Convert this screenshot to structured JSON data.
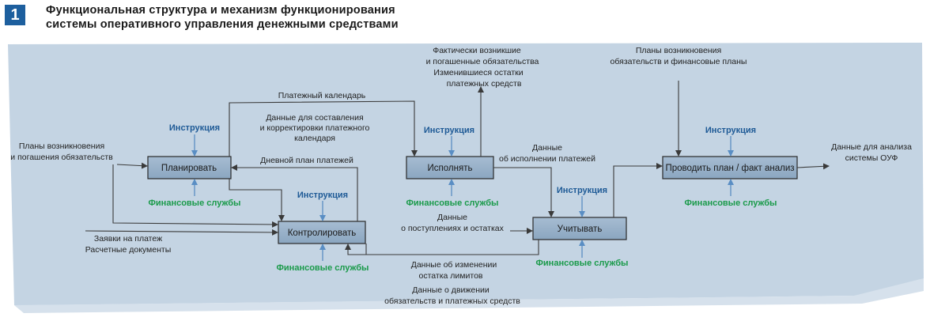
{
  "figure": {
    "number": "1",
    "title_line1": "Функциональная структура и механизм функционирования",
    "title_line2": "системы оперативного управления денежными средствами"
  },
  "boxes": {
    "plan": "Планировать",
    "control": "Контролировать",
    "execute": "Исполнять",
    "account": "Учитывать",
    "analysis": "Проводить план / факт анализ"
  },
  "mechanism": {
    "instruction": "Инструкция",
    "fin_services": "Финансовые службы"
  },
  "labels": {
    "plans_line1": "Планы возникновения",
    "plans_line2": "и погашения обязательств",
    "payment_calendar": "Платежный календарь",
    "calendar_data_1": "Данные для составления",
    "calendar_data_2": "и корректировки платежного",
    "calendar_data_3": "календаря",
    "daily_plan": "Дневной план платежей",
    "requests_1": "Заявки на платеж",
    "requests_2": "Расчетные документы",
    "actual_1": "Фактически возникшие",
    "actual_2": "и погашенные обязательства",
    "actual_3": "Изменившиеся остатки",
    "actual_4": "платежных средств",
    "exec_data_1": "Данные",
    "exec_data_2": "об исполнении платежей",
    "receipts_1": "Данные",
    "receipts_2": "о поступлениях и остатках",
    "limits_1": "Данные об изменении",
    "limits_2": "остатка лимитов",
    "movement_1": "Данные о движении",
    "movement_2": "обязательств и платежных средств",
    "fin_plans_1": "Планы возникновения",
    "fin_plans_2": "обязательств и финансовые планы",
    "analysis_out_1": "Данные для анализа",
    "analysis_out_2": "системы ОУФ"
  }
}
